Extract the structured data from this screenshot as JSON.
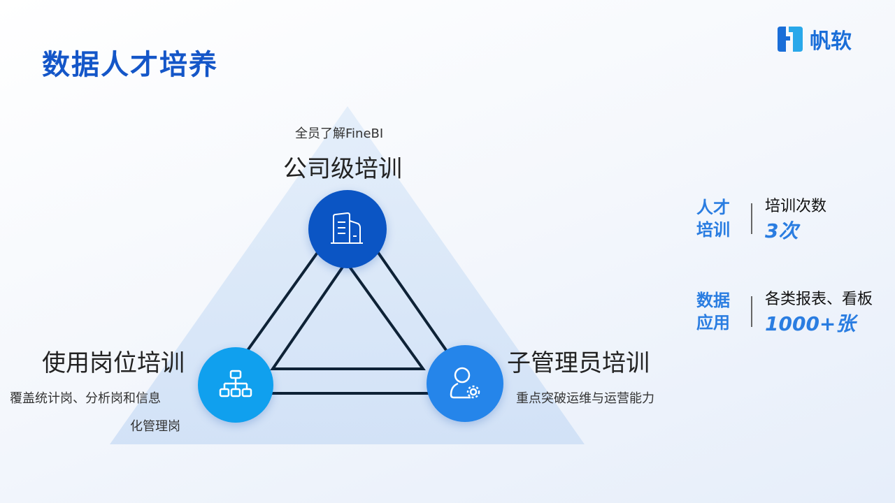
{
  "title": "数据人才培养",
  "logo": {
    "text": "帆软"
  },
  "nodes": {
    "top": {
      "subtitle": "全员了解FineBI",
      "title": "公司级培训",
      "icon": "building-icon"
    },
    "left": {
      "title": "使用岗位培训",
      "desc1": "覆盖统计岗、分析岗和信息",
      "desc2": "化管理岗",
      "icon": "org-chart-icon"
    },
    "right": {
      "title": "子管理员培训",
      "desc": "重点突破运维与运营能力",
      "icon": "user-gear-icon"
    }
  },
  "stats": [
    {
      "key1": "人才",
      "key2": "培训",
      "label": "培训次数",
      "value": "3次"
    },
    {
      "key1": "数据",
      "key2": "应用",
      "label": "各类报表、看板",
      "value": "1000+张"
    }
  ],
  "colors": {
    "title": "#1456c8",
    "top": "#0b55c4",
    "left": "#10a0ee",
    "right": "#2585ea",
    "accent": "#2a7de1"
  }
}
